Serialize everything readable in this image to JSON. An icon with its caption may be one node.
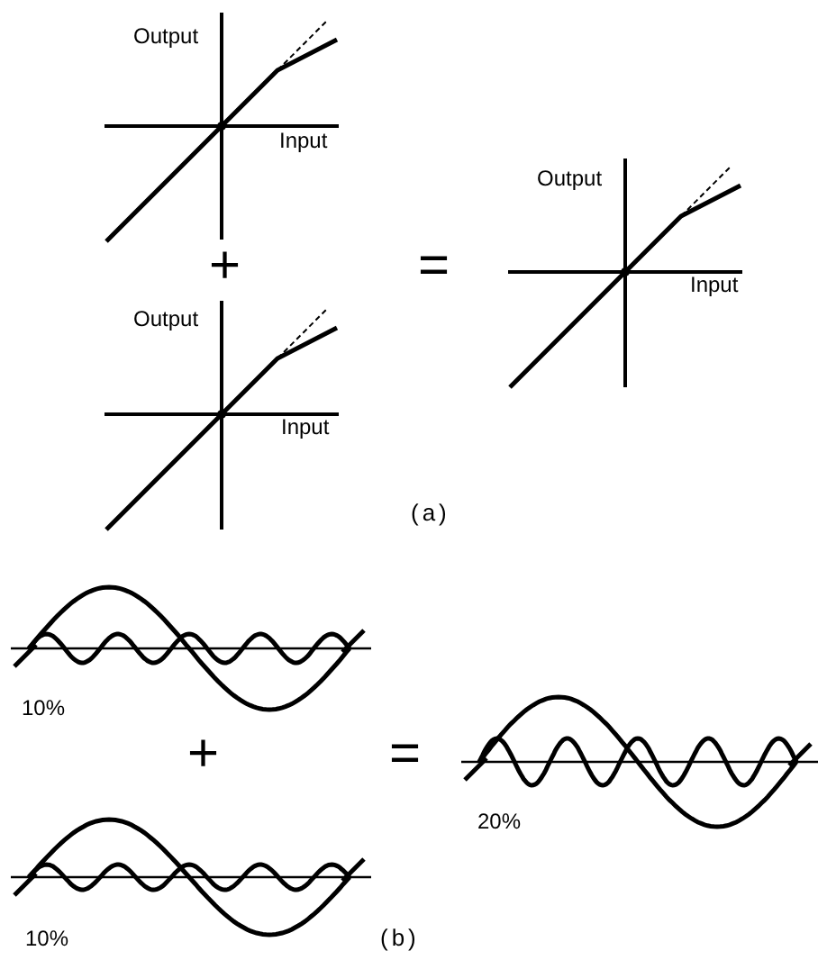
{
  "diagram": {
    "labels": [
      "Output",
      "Input",
      "+",
      "=",
      "Output",
      "Input",
      "Output",
      "Input",
      "(a)",
      "10%",
      "+",
      "=",
      "20%",
      "10%",
      "(b)"
    ]
  }
}
